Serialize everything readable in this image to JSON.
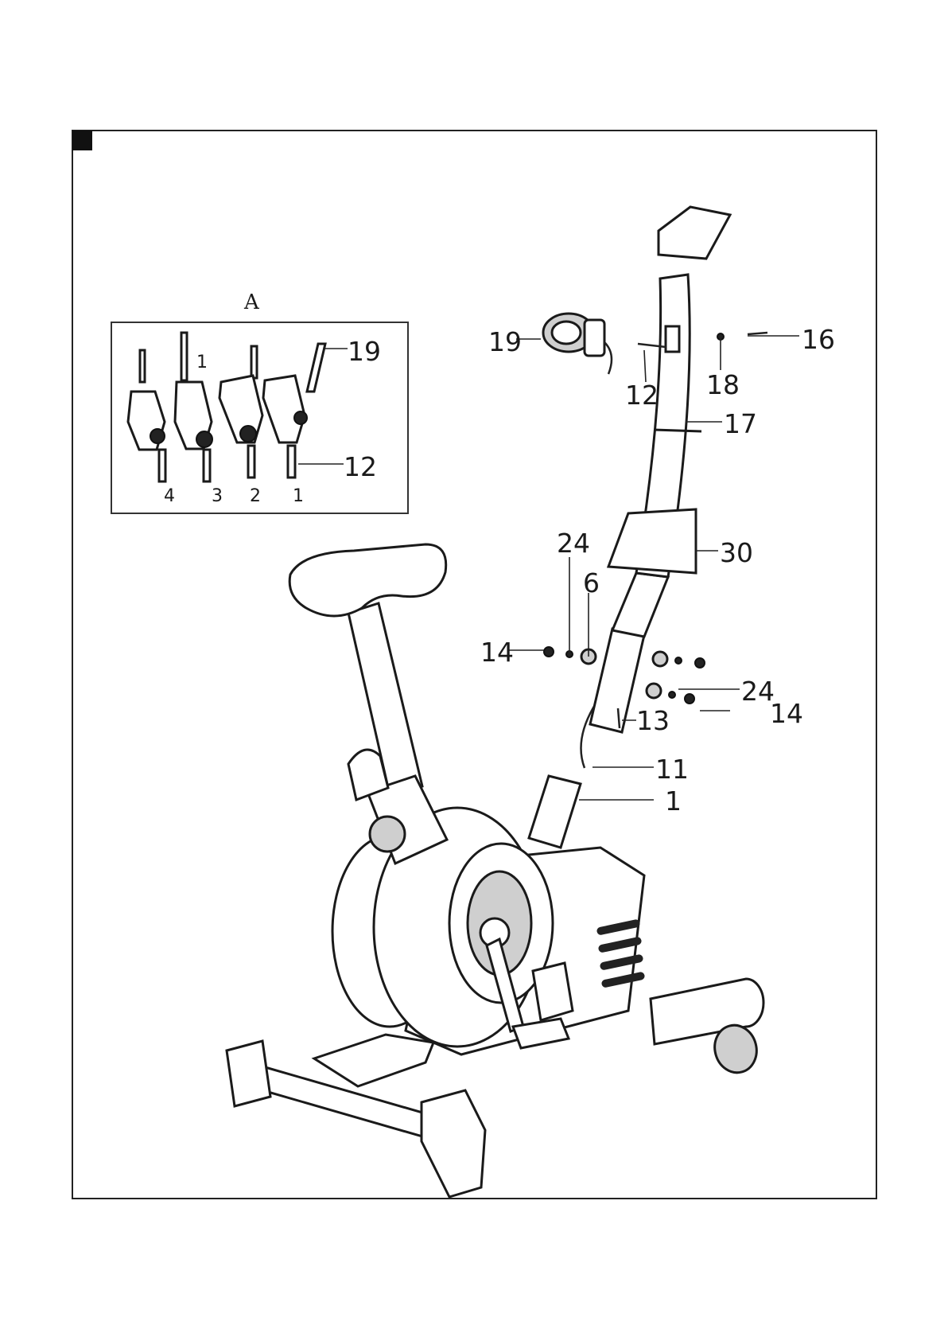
{
  "step_marker": "",
  "detail": {
    "title": "A",
    "part_19": "19",
    "part_12": "12",
    "position_4": "4",
    "position_3": "3",
    "position_2": "2",
    "position_1": "1",
    "marker_1": "1"
  },
  "callouts": {
    "p19": "19",
    "p12": "12",
    "p18": "18",
    "p16": "16",
    "p17": "17",
    "p30": "30",
    "p24_top": "24",
    "p6": "6",
    "p14_left": "14",
    "p24_right": "24",
    "p14_right": "14",
    "p13": "13",
    "p11": "11",
    "p1": "1"
  }
}
